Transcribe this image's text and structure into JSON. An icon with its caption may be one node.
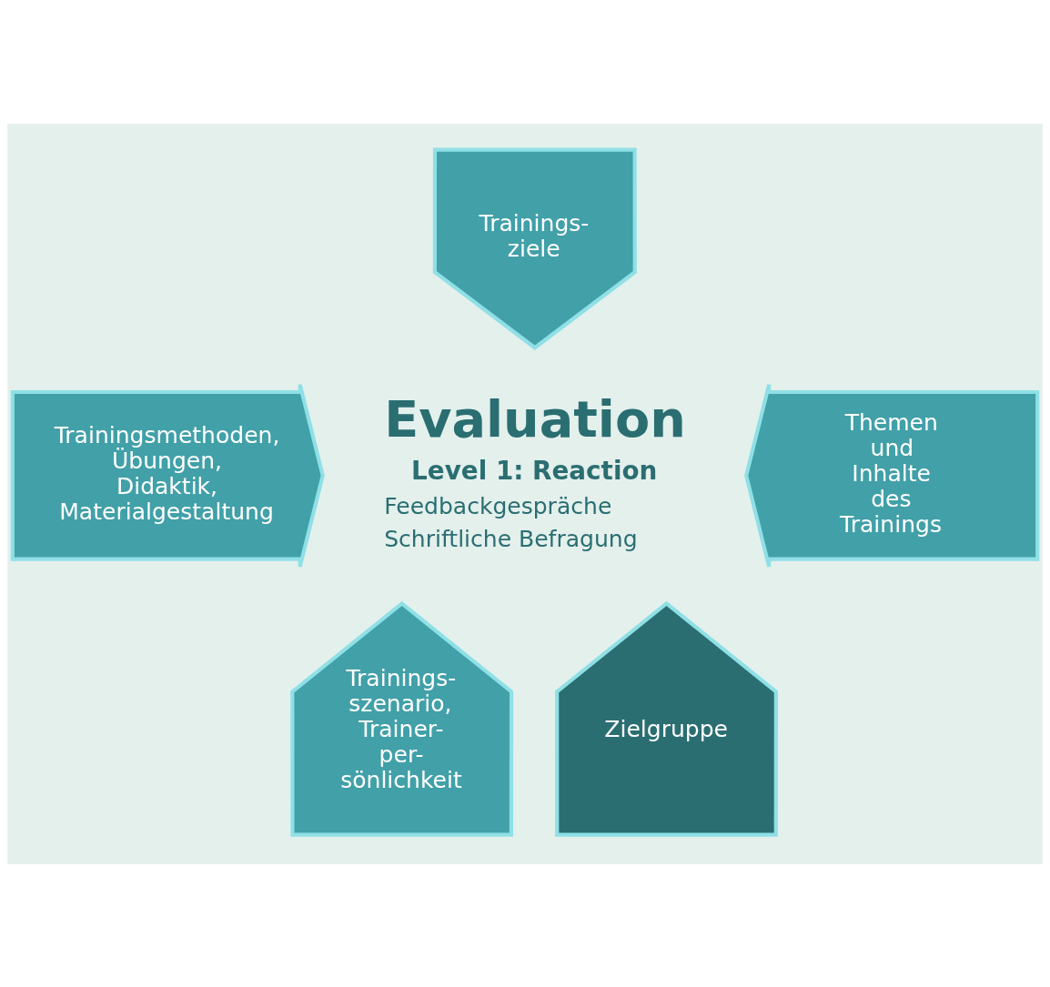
{
  "diagram": {
    "nodes": [
      {
        "text": [
          "Trainings- ziele"
        ]
      },
      {
        "text": [
          "Trainingsmethoden, Übungen, Didaktik, Materialgestaltung"
        ]
      },
      {
        "text": [
          "Evaluation",
          "Level 1: Reaction",
          "Feedbackgespräche",
          "Schriftliche Befragung"
        ]
      },
      {
        "text": [
          "Themen und Inhalte des Trainings"
        ]
      },
      {
        "text": [
          "Trainings- szenario, Trainer- per- sönlichkeit"
        ]
      },
      {
        "text": [
          "Zielgruppe"
        ]
      }
    ],
    "edges": []
  }
}
